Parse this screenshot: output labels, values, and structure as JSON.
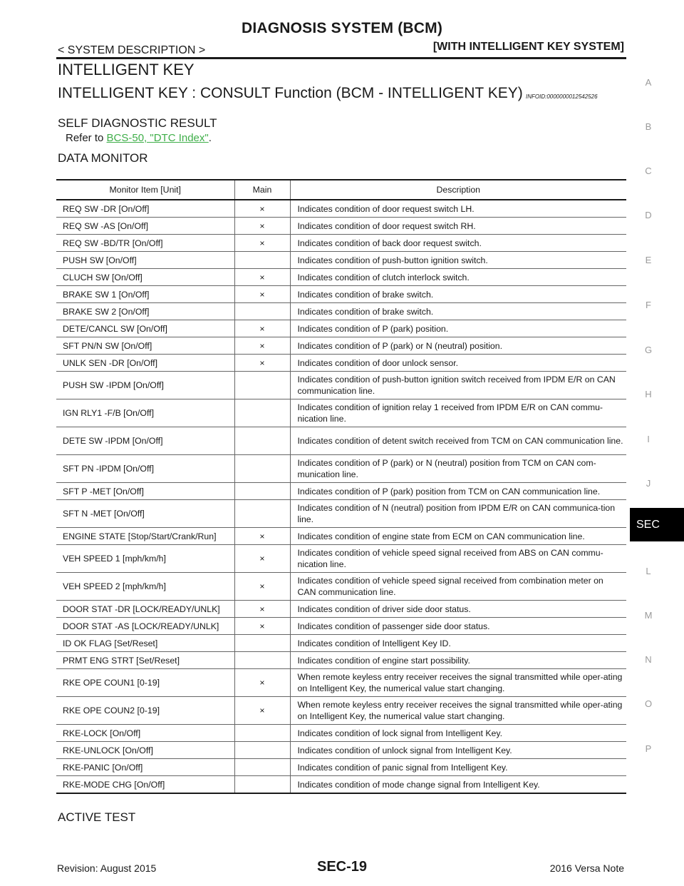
{
  "header": {
    "title": "DIAGNOSIS SYSTEM (BCM)",
    "left": "< SYSTEM DESCRIPTION >",
    "right": "[WITH INTELLIGENT KEY SYSTEM]"
  },
  "section_title": "INTELLIGENT KEY",
  "subsection": {
    "title": "INTELLIGENT KEY : CONSULT Function (BCM - INTELLIGENT KEY)",
    "info_id": "INFOID:0000000012542526"
  },
  "self_diagnostic": {
    "title": "SELF DIAGNOSTIC RESULT",
    "refer_prefix": "Refer to ",
    "refer_link": "BCS-50, \"DTC Index\"",
    "refer_suffix": "."
  },
  "data_monitor": {
    "title": "DATA MONITOR",
    "columns": [
      "Monitor Item [Unit]",
      "Main",
      "Description"
    ],
    "rows": [
      {
        "item": "REQ SW -DR [On/Off]",
        "main": "×",
        "desc": "Indicates condition of door request switch LH."
      },
      {
        "item": "REQ SW -AS [On/Off]",
        "main": "×",
        "desc": "Indicates condition of door request switch RH."
      },
      {
        "item": "REQ SW -BD/TR [On/Off]",
        "main": "×",
        "desc": "Indicates condition of back door request switch."
      },
      {
        "item": "PUSH SW [On/Off]",
        "main": "",
        "desc": "Indicates condition of push-button ignition switch."
      },
      {
        "item": "CLUCH SW [On/Off]",
        "main": "×",
        "desc": "Indicates condition of clutch interlock switch."
      },
      {
        "item": "BRAKE SW 1 [On/Off]",
        "main": "×",
        "desc": "Indicates condition of brake switch."
      },
      {
        "item": "BRAKE SW 2 [On/Off]",
        "main": "",
        "desc": "Indicates condition of brake switch."
      },
      {
        "item": "DETE/CANCL SW [On/Off]",
        "main": "×",
        "desc": "Indicates condition of P (park) position."
      },
      {
        "item": "SFT PN/N SW [On/Off]",
        "main": "×",
        "desc": "Indicates condition of P (park) or N (neutral) position."
      },
      {
        "item": "UNLK SEN -DR [On/Off]",
        "main": "×",
        "desc": "Indicates condition of door unlock sensor."
      },
      {
        "item": "PUSH SW -IPDM [On/Off]",
        "main": "",
        "desc": "Indicates condition of push-button ignition switch received from IPDM E/R on CAN communication line."
      },
      {
        "item": "IGN RLY1 -F/B [On/Off]",
        "main": "",
        "desc": "Indicates condition of ignition relay 1 received from IPDM E/R on CAN commu-nication line."
      },
      {
        "item": "DETE SW -IPDM [On/Off]",
        "main": "",
        "desc": "Indicates condition of detent switch received from TCM on CAN communication line."
      },
      {
        "item": "SFT PN -IPDM [On/Off]",
        "main": "",
        "desc": "Indicates condition of P (park) or N (neutral) position from TCM on CAN com-munication line."
      },
      {
        "item": "SFT P -MET [On/Off]",
        "main": "",
        "desc": "Indicates condition of P (park) position from TCM on CAN communication line."
      },
      {
        "item": "SFT N -MET [On/Off]",
        "main": "",
        "desc": "Indicates condition of N (neutral) position from IPDM E/R on CAN communica-tion line."
      },
      {
        "item": "ENGINE STATE [Stop/Start/Crank/Run]",
        "main": "×",
        "desc": "Indicates condition of engine state from ECM on CAN communication line."
      },
      {
        "item": "VEH SPEED 1 [mph/km/h]",
        "main": "×",
        "desc": "Indicates condition of vehicle speed signal received from ABS on CAN commu-nication line."
      },
      {
        "item": "VEH SPEED 2 [mph/km/h]",
        "main": "×",
        "desc": "Indicates condition of vehicle speed signal received from combination meter on CAN communication line."
      },
      {
        "item": "DOOR STAT -DR [LOCK/READY/UNLK]",
        "main": "×",
        "desc": "Indicates condition of driver side door status."
      },
      {
        "item": "DOOR STAT -AS [LOCK/READY/UNLK]",
        "main": "×",
        "desc": "Indicates condition of passenger side door status."
      },
      {
        "item": "ID OK FLAG [Set/Reset]",
        "main": "",
        "desc": "Indicates condition of Intelligent Key ID."
      },
      {
        "item": "PRMT ENG STRT [Set/Reset]",
        "main": "",
        "desc": "Indicates condition of engine start possibility."
      },
      {
        "item": "RKE OPE COUN1 [0-19]",
        "main": "×",
        "desc": "When remote keyless entry receiver receives the signal transmitted while oper-ating on Intelligent Key, the numerical value start changing."
      },
      {
        "item": "RKE OPE COUN2 [0-19]",
        "main": "×",
        "desc": "When remote keyless entry receiver receives the signal transmitted while oper-ating on Intelligent Key, the numerical value start changing."
      },
      {
        "item": "RKE-LOCK [On/Off]",
        "main": "",
        "desc": "Indicates condition of lock signal from Intelligent Key."
      },
      {
        "item": "RKE-UNLOCK [On/Off]",
        "main": "",
        "desc": "Indicates condition of unlock signal from Intelligent Key."
      },
      {
        "item": "RKE-PANIC [On/Off]",
        "main": "",
        "desc": "Indicates condition of panic signal from Intelligent Key."
      },
      {
        "item": "RKE-MODE CHG [On/Off]",
        "main": "",
        "desc": "Indicates condition of mode change signal from Intelligent Key."
      }
    ]
  },
  "active_test": {
    "title": "ACTIVE TEST"
  },
  "side_index": {
    "letters": [
      "A",
      "B",
      "C",
      "D",
      "E",
      "F",
      "G",
      "H",
      "I",
      "J",
      "L",
      "M",
      "N",
      "O",
      "P"
    ],
    "active_tab": "SEC"
  },
  "footer": {
    "left": "Revision: August 2015",
    "center": "SEC-19",
    "right": "2016 Versa Note"
  }
}
